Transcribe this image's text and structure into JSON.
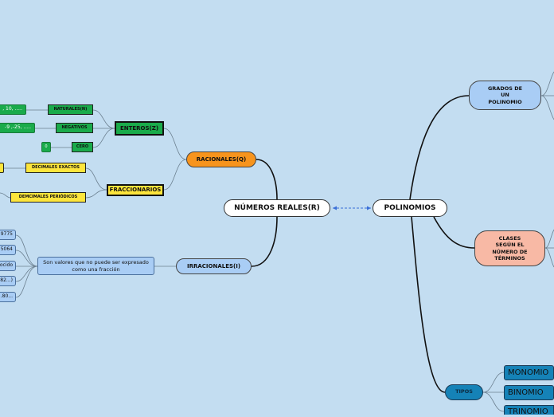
{
  "root": {
    "label": "NÚMEROS REALES(R)"
  },
  "polinomios": {
    "label": "POLINOMIOS"
  },
  "racionales": {
    "label": "RACIONALES(Q)",
    "enteros": {
      "label": "ENTEROS(Z)",
      "naturales": {
        "label": "NATURALES(N)",
        "example": ", 10, ....."
      },
      "negativos": {
        "label": "NEGATIVOS",
        "example": "-9 ,-25, ....."
      },
      "cero": {
        "label": "CERO",
        "example": "0"
      }
    },
    "fraccionarios": {
      "label": "FRACCIONARIOS",
      "exactos": {
        "label": "DECIMALES EXACTOS"
      },
      "periodicos": {
        "label": "DEMCIMALES PERIÓDICOS"
      }
    }
  },
  "irracionales": {
    "label": "IRRACIONALES(I)",
    "description": "Son valores que no puede ser expresado como una fracción",
    "examples": [
      "9775",
      "5064",
      "ocido",
      "82...)",
      ".80..."
    ]
  },
  "grados": {
    "label": "GRADOS DE\nUN\nPOLINOMIO"
  },
  "clases": {
    "label": "CLASES\nSEGÚN EL\nNÚMERO DE\nTÉRMINOS"
  },
  "tipos": {
    "label": "TIPOS",
    "items": [
      "MONOMIO",
      "BINOMIO",
      "TRINOMIO"
    ]
  },
  "colors": {
    "background": "#c3ddf1",
    "racionales": "#f7941d",
    "enteros": "#1aab4b",
    "fraccionarios": "#fde53c",
    "irracionales": "#a9cdf5",
    "clases": "#f8b9a5",
    "tipos": "#1582b7",
    "dashed_link": "#3a6fd8"
  }
}
